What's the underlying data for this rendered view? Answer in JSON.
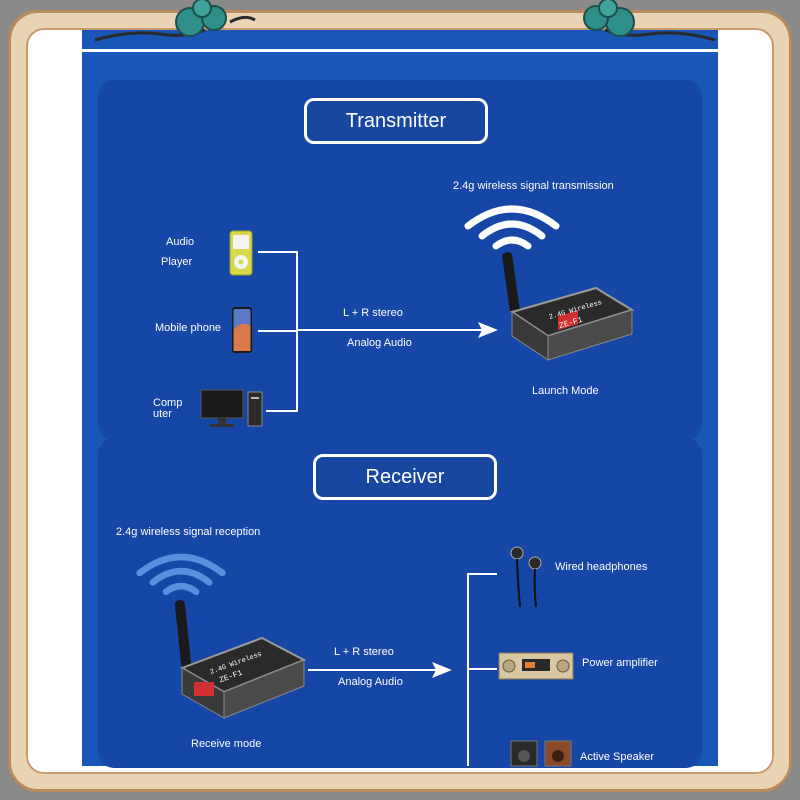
{
  "transmitter": {
    "title": "Transmitter",
    "signal_label": "2.4g wireless signal transmission",
    "sources": [
      {
        "label_line1": "Audio",
        "label_line2": "Player",
        "icon": "audio-player-icon"
      },
      {
        "label": "Mobile phone",
        "icon": "mobile-phone-icon"
      },
      {
        "label_line1": "Comp",
        "label_line2": "uter",
        "icon": "computer-icon"
      }
    ],
    "arrow_label_top": "L + R stereo",
    "arrow_label_bottom": "Analog Audio",
    "device_label": "Launch Mode"
  },
  "receiver": {
    "title": "Receiver",
    "signal_label": "2.4g wireless signal reception",
    "arrow_label_top": "L + R stereo",
    "arrow_label_bottom": "Analog Audio",
    "device_label": "Receive mode",
    "outputs": [
      {
        "label": "Wired headphones",
        "icon": "headphones-icon"
      },
      {
        "label": "Power amplifier",
        "icon": "power-amplifier-icon"
      },
      {
        "label": "Active Speaker",
        "icon": "speaker-icon"
      }
    ]
  },
  "colors": {
    "card": "#1a56b8",
    "panel": "#1646a6",
    "frame": "#e9d3b2"
  }
}
